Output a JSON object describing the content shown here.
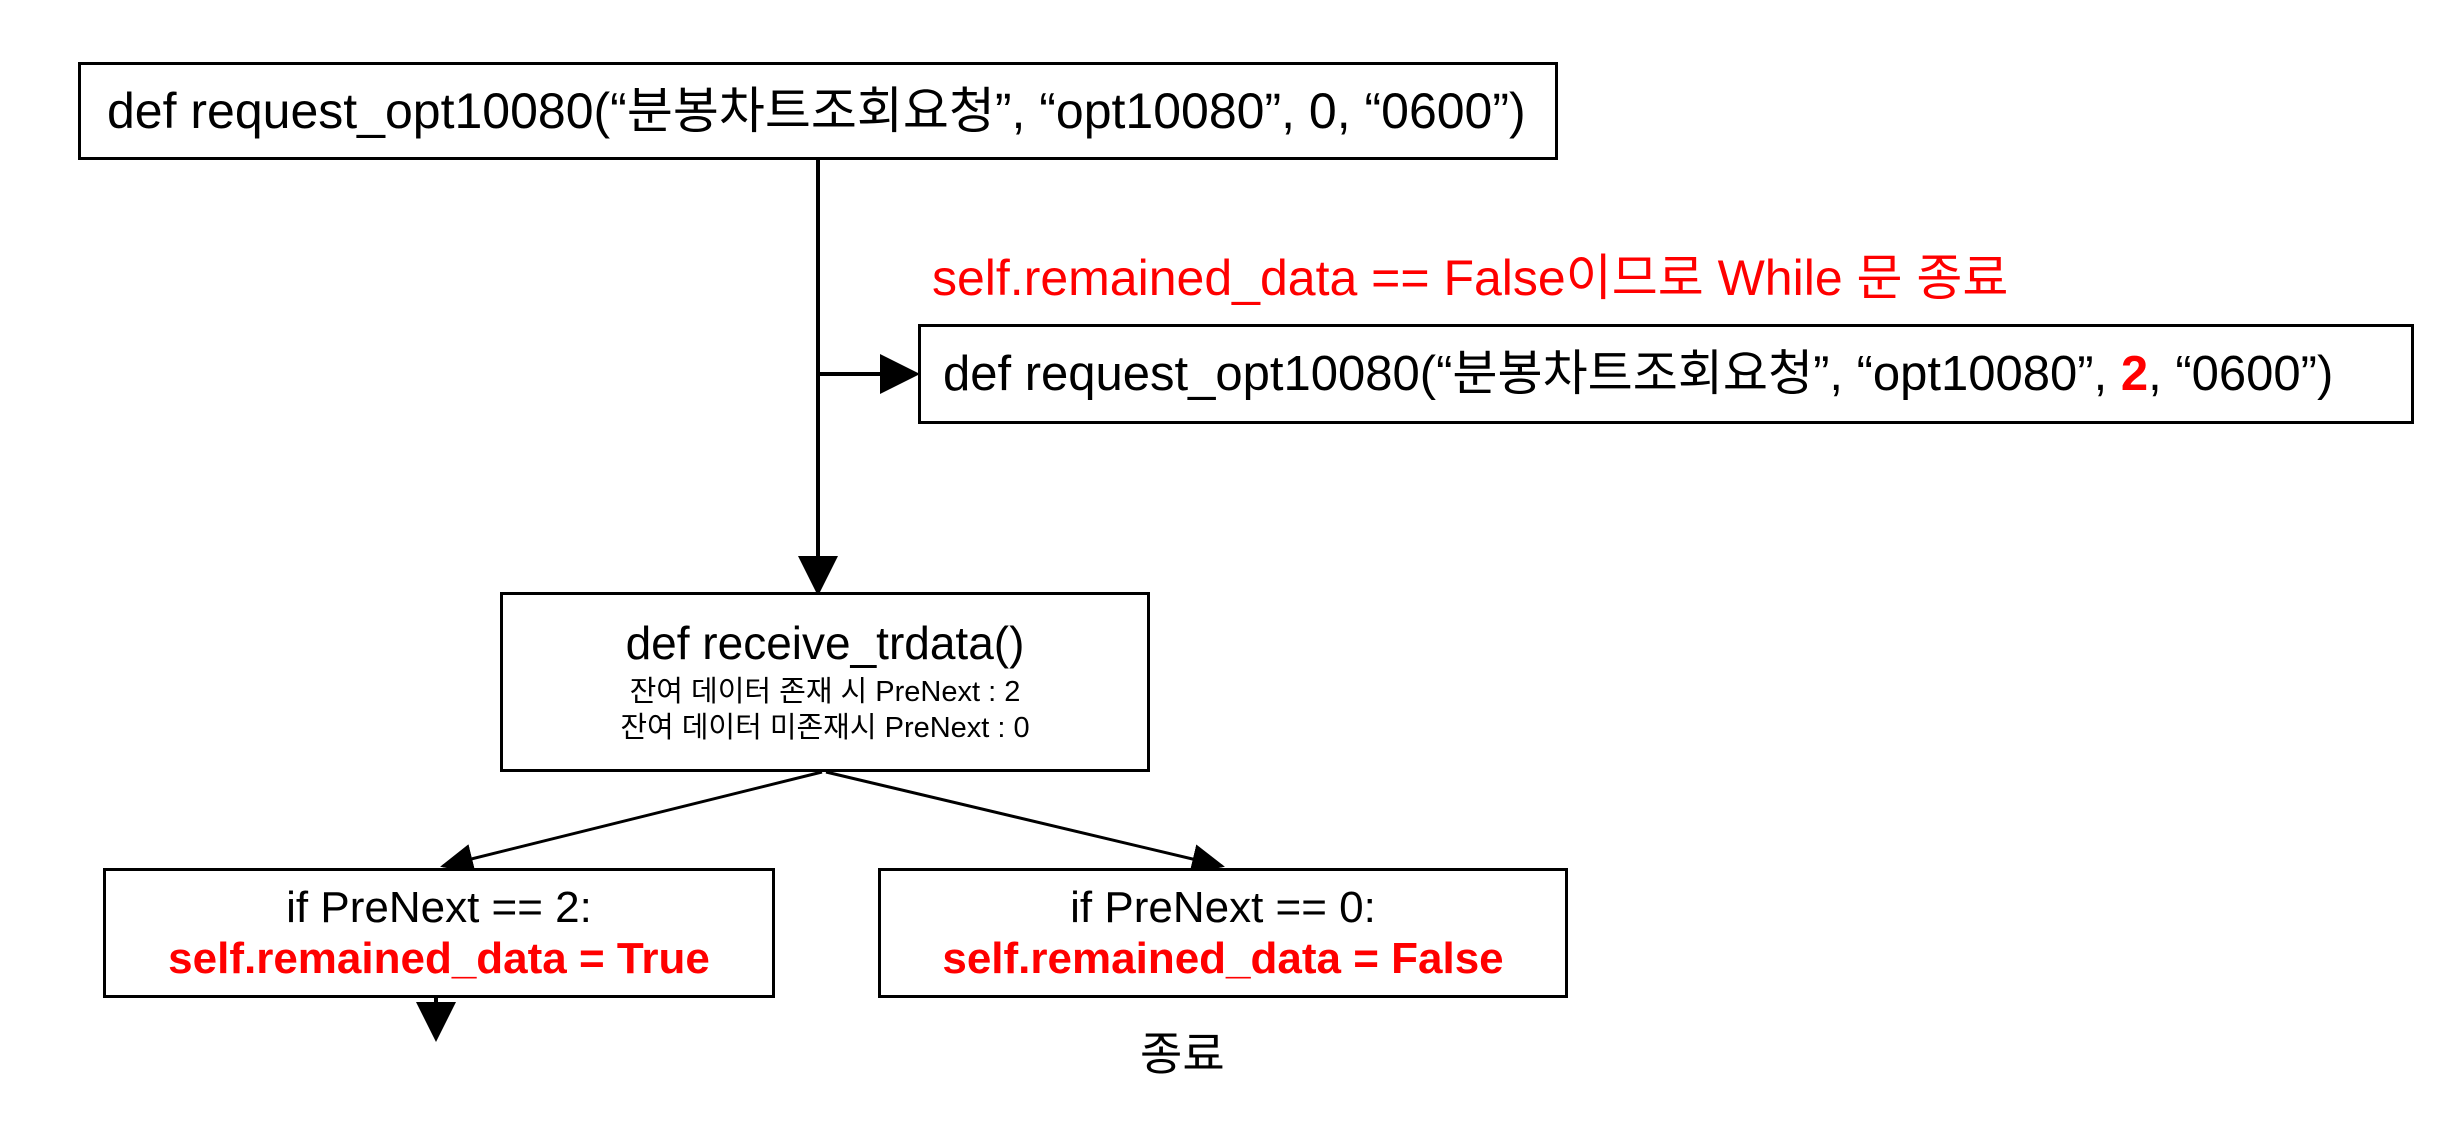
{
  "diagram": {
    "title": "kiwoom opt10080 request flow",
    "colors": {
      "stroke": "#000000",
      "background": "#ffffff",
      "accent_red": "#ff0000"
    },
    "nodes": {
      "request_initial": {
        "text_before": "def request_opt10080(“분봉차트조회요청”, “opt10080”, ",
        "arg_prev_next": "0",
        "text_after": ", “0600”)"
      },
      "request_next": {
        "text_before": "def request_opt10080(“분봉차트조회요청”, “opt10080”, ",
        "arg_prev_next": "2",
        "text_after": ", “0600”)"
      },
      "receive_trdata": {
        "title": "def receive_trdata()",
        "sub_line_1": "잔여 데이터 존재 시 PreNext : 2",
        "sub_line_2": "잔여 데이터 미존재시 PreNext : 0"
      },
      "if_prenext_2": {
        "condition": "if PreNext == 2:",
        "assignment": "self.remained_data = True"
      },
      "if_prenext_0": {
        "condition": "if PreNext == 0:",
        "assignment": "self.remained_data = False"
      }
    },
    "annotations": {
      "while_end": "self.remained_data == False이므로 While 문 종료",
      "terminate": "종료"
    },
    "edges": [
      {
        "name": "initial-to-branch",
        "from": "request_initial",
        "to": "request_next"
      },
      {
        "name": "initial-to-receive",
        "from": "request_initial",
        "to": "receive_trdata"
      },
      {
        "name": "receive-to-if-2",
        "from": "receive_trdata",
        "to": "if_prenext_2"
      },
      {
        "name": "receive-to-if-0",
        "from": "receive_trdata",
        "to": "if_prenext_0"
      },
      {
        "name": "if-2-loop-out",
        "from": "if_prenext_2",
        "to": ""
      }
    ]
  }
}
